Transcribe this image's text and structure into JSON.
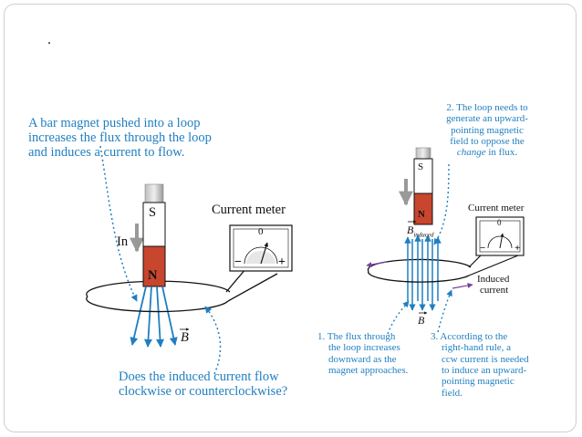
{
  "slide": {
    "bullet": "."
  },
  "left_diagram": {
    "caption_top": [
      "A bar magnet pushed into a loop",
      "increases the flux through the loop",
      "and induces a current to flow."
    ],
    "magnet_s": "S",
    "magnet_n": "N",
    "in_label": "In",
    "meter_label": "Current meter",
    "meter_zero": "0",
    "meter_minus": "−",
    "meter_plus": "+",
    "b_label": "B",
    "caption_bottom": [
      "Does the induced current flow",
      "clockwise or counterclockwise?"
    ]
  },
  "right_diagram": {
    "note2": [
      "2. The loop needs to",
      "generate an upward-",
      "pointing magnetic",
      "field to oppose the"
    ],
    "note2_last_em": "change",
    "note2_last_rest": " in flux.",
    "magnet_s": "S",
    "magnet_n": "N",
    "meter_label": "Current meter",
    "meter_zero": "0",
    "meter_minus": "−",
    "meter_plus": "+",
    "b_induced_main": "B",
    "b_induced_sub": "induced",
    "induced_current": [
      "Induced",
      "current"
    ],
    "b_label": "B",
    "note1": [
      "1. The flux through",
      "the loop increases",
      "downward as the",
      "magnet approaches."
    ],
    "note3": [
      "3. According to the",
      "right-hand rule, a",
      "ccw current is needed",
      "to induce an upward-",
      "pointing magnetic",
      "field."
    ]
  },
  "colors": {
    "blue": "#1f7fc0",
    "magnet_red": "#c8452e",
    "magnet_grey": "#9a9a9a",
    "purple": "#7a3fa0"
  }
}
